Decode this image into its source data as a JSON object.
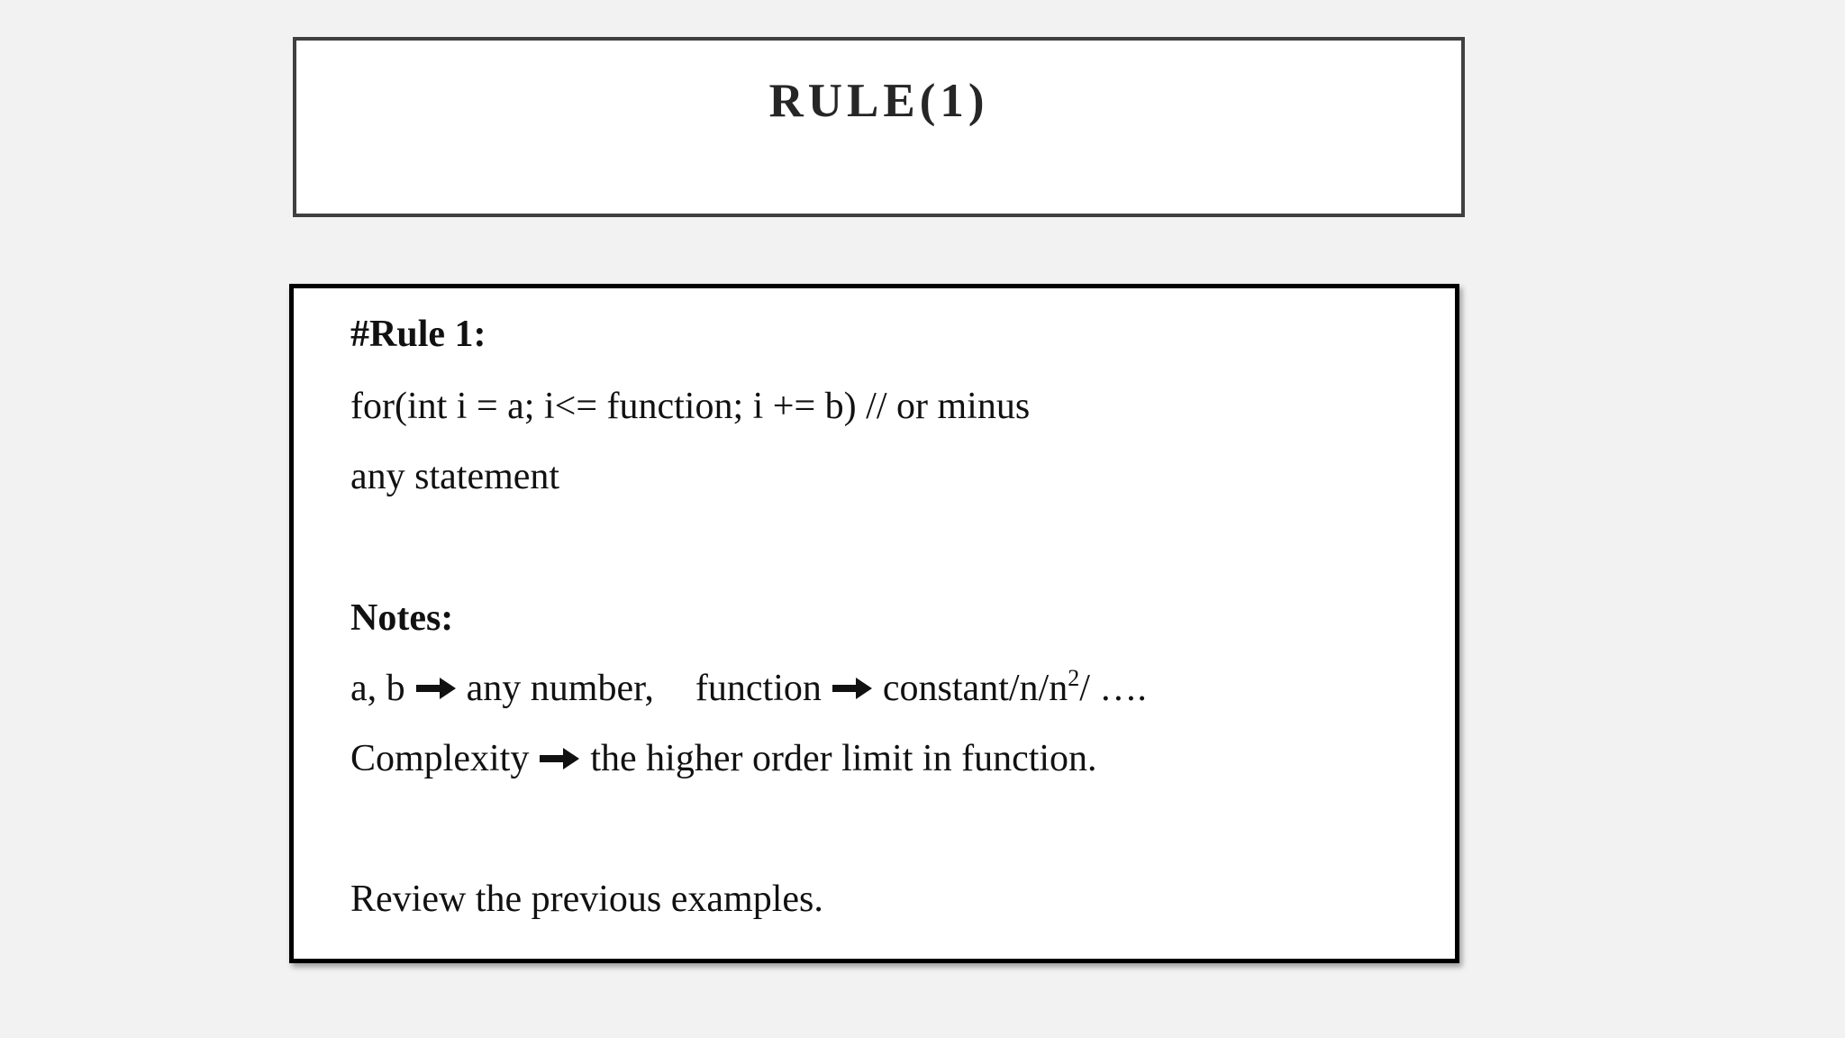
{
  "slide": {
    "title": "RULE(1)"
  },
  "rule": {
    "heading": "#Rule 1:",
    "code_line": "for(int i =  a;  i<= function;  i += b)  // or minus",
    "statement_line": "any statement"
  },
  "notes": {
    "heading": "Notes:",
    "line1_part1": "a, b",
    "line1_part2": "any number,",
    "line1_part3": "function",
    "line1_part4_base": "constant/n/n",
    "line1_part4_sup": "2",
    "line1_part4_tail": "/ ….",
    "line2_part1": "Complexity",
    "line2_part2": "the higher order limit in function."
  },
  "footer_text": "Review the previous examples.",
  "icons": {
    "arrow": "right-arrow-icon"
  },
  "colors": {
    "background": "#f2f2f2",
    "title_border": "#404040",
    "content_border": "#000000",
    "text": "#111111"
  }
}
